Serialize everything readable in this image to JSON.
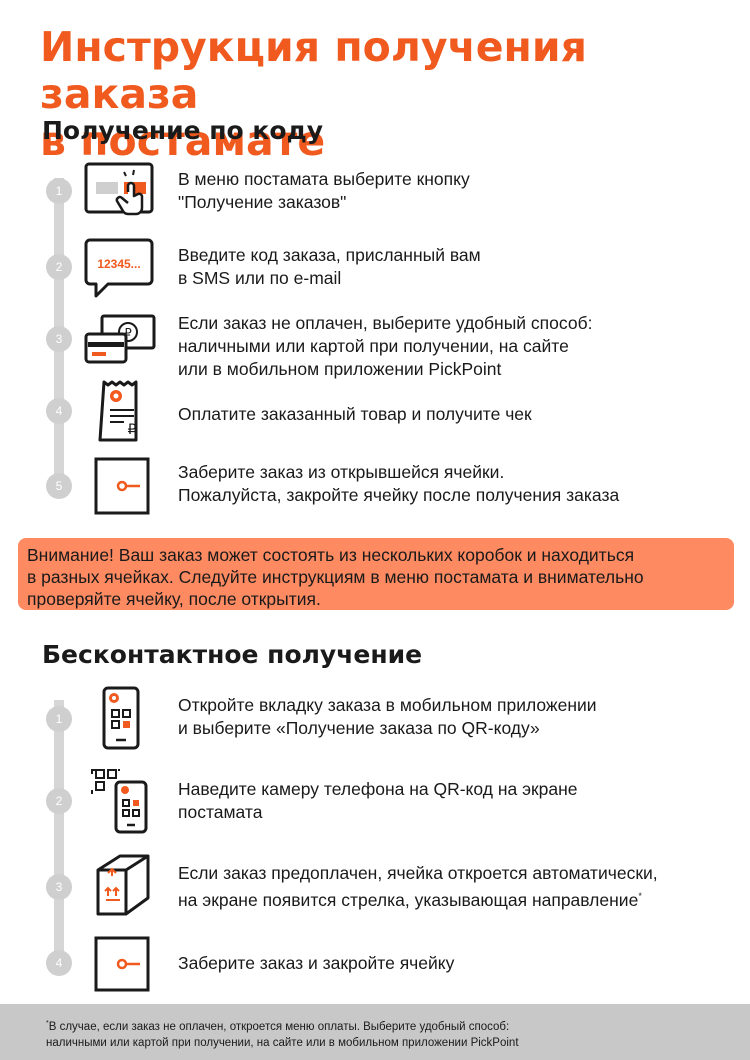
{
  "title": {
    "line1": "Инструкция получения заказа",
    "line2": "в постамате"
  },
  "section_code": {
    "title": "Получение по коду",
    "steps": [
      {
        "num": "1",
        "icon": "touchscreen-button-icon",
        "lines": [
          "В меню постамата выберите кнопку",
          "\"Получение заказов\""
        ]
      },
      {
        "num": "2",
        "icon": "sms-code-bubble-icon",
        "code": "12345...",
        "lines": [
          "Введите код заказа, присланный вам",
          "в SMS или по e-mail"
        ]
      },
      {
        "num": "3",
        "icon": "cash-and-card-icon",
        "lines": [
          "Если заказ не оплачен, выберите удобный способ:",
          "наличными или картой при получении, на сайте",
          "или в мобильном приложении PickPoint"
        ]
      },
      {
        "num": "4",
        "icon": "receipt-icon",
        "lines": [
          "Оплатите заказанный товар и получите чек"
        ]
      },
      {
        "num": "5",
        "icon": "locker-cell-icon",
        "lines": [
          "Заберите заказ из открывшейся ячейки.",
          "Пожалуйста, закройте ячейку после получения заказа"
        ]
      }
    ]
  },
  "alert": {
    "lines": [
      "Внимание! Ваш заказ может состоять из нескольких коробок и находиться",
      "в разных ячейках. Следуйте инструкциям в меню постамата и внимательно",
      "проверяйте ячейку, после открытия."
    ]
  },
  "section_contactless": {
    "title": "Бесконтактное получение",
    "steps": [
      {
        "num": "1",
        "icon": "phone-qr-icon",
        "lines": [
          "Откройте вкладку заказа в мобильном приложении",
          "и выберите «Получение заказа по QR-коду»"
        ]
      },
      {
        "num": "2",
        "icon": "scan-qr-phone-icon",
        "lines": [
          "Наведите камеру телефона на QR-код на экране",
          "постамата"
        ]
      },
      {
        "num": "3",
        "icon": "open-box-arrow-icon",
        "lines": [
          "Если заказ предоплачен, ячейка откроется автоматически,",
          "на экране появится стрелка, указывающая направление"
        ],
        "footnote_mark": "*"
      },
      {
        "num": "4",
        "icon": "locker-cell-icon",
        "lines": [
          "Заберите заказ и закройте ячейку"
        ]
      }
    ]
  },
  "footer": {
    "mark": "*",
    "line1": "В случае, если заказ не оплачен, откроется меню оплаты. Выберите удобный способ:",
    "line2": "наличными или картой при получении, на сайте или в мобильном приложении PickPoint"
  },
  "colors": {
    "accent": "#f05a1e",
    "alert_bg": "#fe8a62",
    "timeline": "#d6d6d6",
    "footer_bg": "#c8c8c8"
  }
}
